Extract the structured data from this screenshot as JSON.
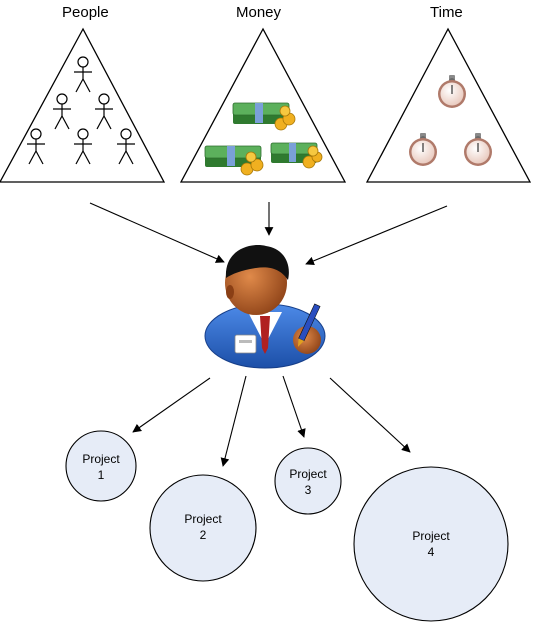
{
  "resources": {
    "people": "People",
    "money": "Money",
    "time": "Time"
  },
  "projects": [
    {
      "line1": "Project",
      "line2": "1"
    },
    {
      "line1": "Project",
      "line2": "2"
    },
    {
      "line1": "Project",
      "line2": "3"
    },
    {
      "line1": "Project",
      "line2": "4"
    }
  ],
  "icons": {
    "people": "stick-figure-icon",
    "money": "money-stack-icon",
    "time": "stopwatch-icon",
    "manager": "manager-icon"
  },
  "colors": {
    "project_fill": "#e6ecf7",
    "outline": "#000000",
    "money_green": "#4a9a4a",
    "coin": "#f0b020",
    "suit_blue": "#2a64c8",
    "tie_red": "#b02020"
  }
}
